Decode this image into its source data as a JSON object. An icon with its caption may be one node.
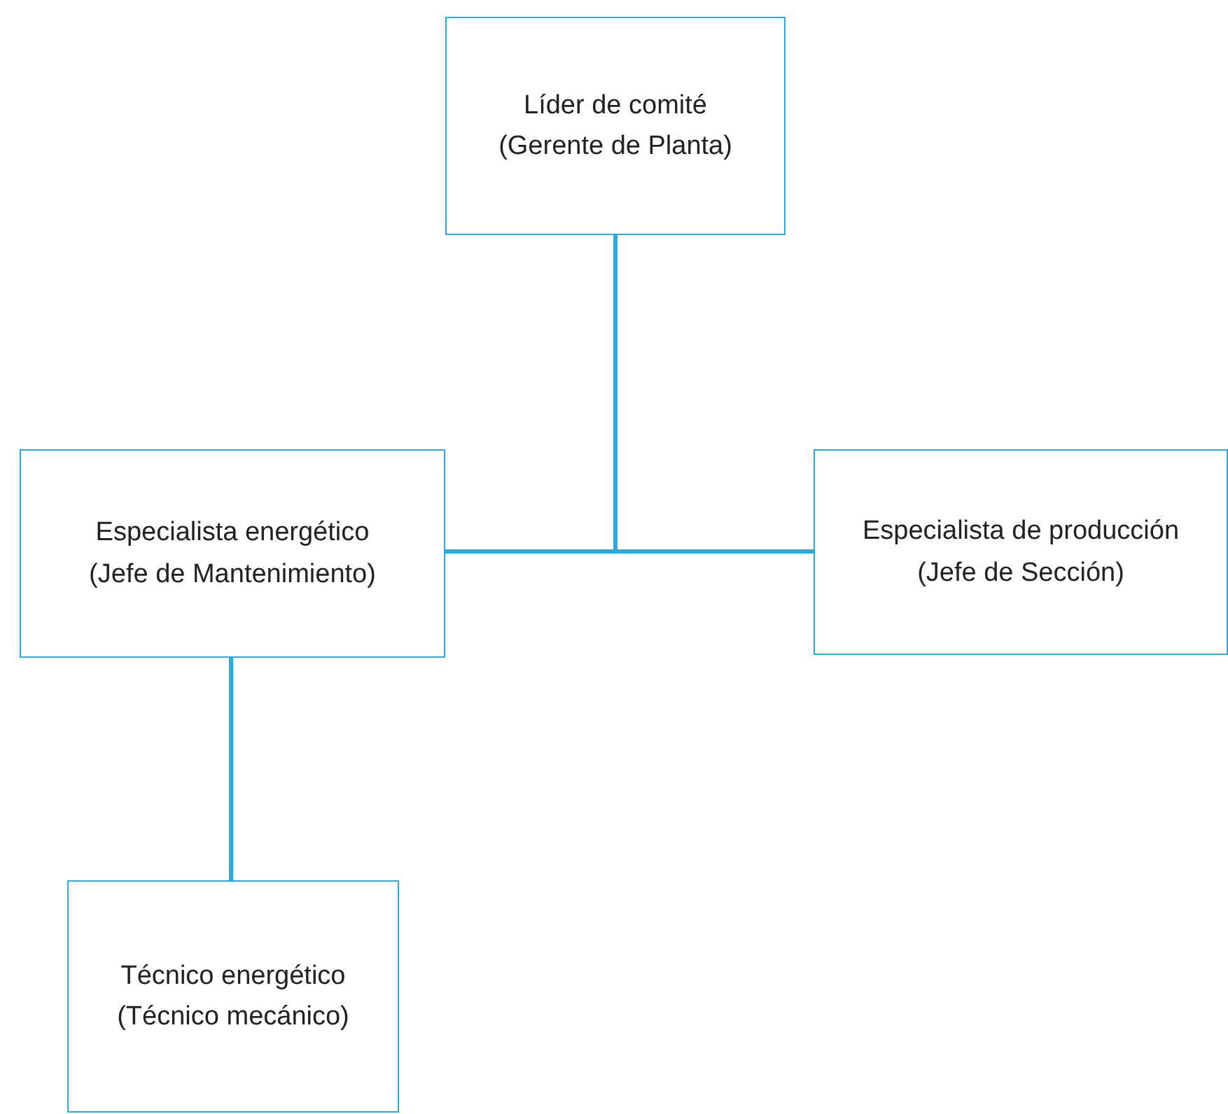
{
  "diagram": {
    "nodes": [
      {
        "text": [
          "Líder de comité",
          "(Gerente de Planta)"
        ]
      },
      {
        "text": [
          "Especialista energético",
          "(Jefe de Mantenimiento)"
        ]
      },
      {
        "text": [
          "Especialista de producción",
          "(Jefe de Sección)"
        ]
      },
      {
        "text": [
          "Técnico energético",
          "(Técnico mecánico)"
        ]
      }
    ],
    "edges": [
      {
        "from": 0,
        "to": 1,
        "arrow": "none"
      },
      {
        "from": 0,
        "to": 2,
        "arrow": "none"
      },
      {
        "from": 1,
        "to": 3,
        "arrow": "none"
      }
    ]
  }
}
